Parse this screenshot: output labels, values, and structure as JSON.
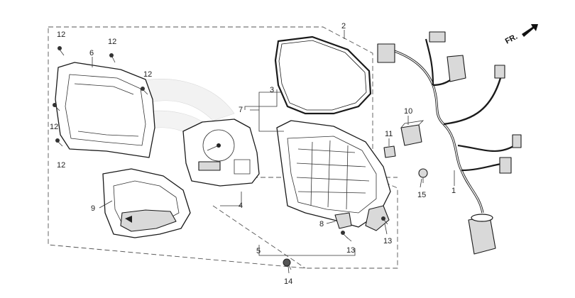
{
  "direction_label": "FR.",
  "callouts": [
    {
      "id": "1",
      "label": "1"
    },
    {
      "id": "2",
      "label": "2"
    },
    {
      "id": "3",
      "label": "3"
    },
    {
      "id": "4",
      "label": "4"
    },
    {
      "id": "5",
      "label": "5"
    },
    {
      "id": "6",
      "label": "6"
    },
    {
      "id": "7",
      "label": "7"
    },
    {
      "id": "8",
      "label": "8"
    },
    {
      "id": "9",
      "label": "9"
    },
    {
      "id": "10",
      "label": "10"
    },
    {
      "id": "11",
      "label": "11"
    },
    {
      "id": "12a",
      "label": "12"
    },
    {
      "id": "12b",
      "label": "12"
    },
    {
      "id": "12c",
      "label": "12"
    },
    {
      "id": "12d",
      "label": "12"
    },
    {
      "id": "12e",
      "label": "12"
    },
    {
      "id": "13a",
      "label": "13"
    },
    {
      "id": "13b",
      "label": "13"
    },
    {
      "id": "14",
      "label": "14"
    },
    {
      "id": "15",
      "label": "15"
    }
  ]
}
